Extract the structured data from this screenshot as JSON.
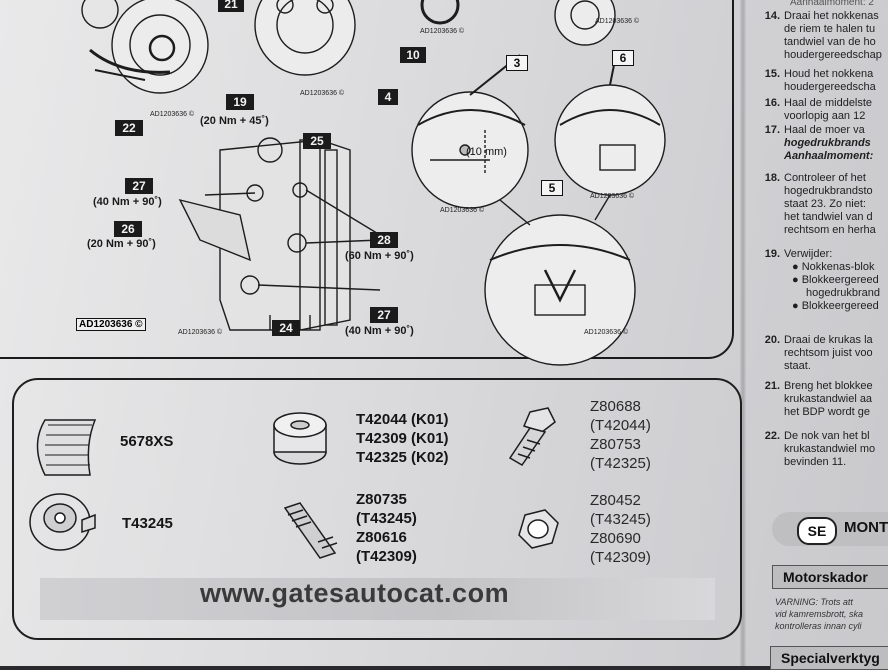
{
  "diagram": {
    "callouts": {
      "c21": "21",
      "c10": "10",
      "c3": "3",
      "c4": "4",
      "c6": "6",
      "c5": "5",
      "c19": "19",
      "c22": "22",
      "c25": "25",
      "c27a": "27",
      "c26": "26",
      "c28": "28",
      "c27b": "27",
      "c24": "24"
    },
    "torques": {
      "t19": "(20 Nm + 45˚)",
      "t27a": "(40 Nm + 90˚)",
      "t26": "(20 Nm + 90˚)",
      "t28": "(60 Nm + 90˚)",
      "t27b": "(40 Nm + 90˚)"
    },
    "measure": "(10 mm)",
    "ad_codes": {
      "a1": "AD1203636 ©",
      "a2": "AD1203636 ©",
      "a3": "AD1203636 ©",
      "a4": "AD1203636 ©",
      "a5": "AD1203636 ©",
      "a6": "AD1203636 ©",
      "a7": "AD1203636 ©",
      "a8": "AD1203636 ©"
    },
    "ad_box": "AD1203636 ©"
  },
  "parts": {
    "belt": "5678XS",
    "tensioner": "T43245",
    "idler": [
      "T42044 (K01)",
      "T42309 (K01)",
      "T42325 (K02)"
    ],
    "stud": [
      "Z80735",
      "(T43245)",
      "Z80616",
      "(T42309)"
    ],
    "bolt": [
      "Z80688",
      "(T42044)",
      "Z80753",
      "(T42325)"
    ],
    "nut": [
      "Z80452",
      "(T43245)",
      "Z80690",
      "(T42309)"
    ],
    "website": "www.gatesautocat.com"
  },
  "steps_panel": {
    "top": "Aanhaalmoment: 2",
    "items": [
      {
        "num": "14.",
        "lines": [
          "Draai het nokkenas",
          "de riem te halen tu",
          "tandwiel van de ho",
          "houdergereedschap"
        ]
      },
      {
        "num": "15.",
        "lines": [
          "Houd het nokkena",
          "houdergereedscha"
        ]
      },
      {
        "num": "16.",
        "lines": [
          "Haal de middelste",
          "voorlopig aan 12"
        ]
      },
      {
        "num": "17.",
        "lines": [
          "Haal de moer va",
          "hogedrukbrands",
          "Aanhaalmoment:"
        ]
      },
      {
        "num": "18.",
        "lines": [
          "Controleer of het",
          "hogedrukbrandsto",
          "staat 23. Zo niet:",
          "het tandwiel van d",
          "rechtsom en herha"
        ]
      },
      {
        "num": "19.",
        "lines": [
          "Verwijder:",
          "● Nokkenas-blok",
          "● Blokkeergereed",
          "hogedrukbrand",
          "● Blokkeergereed"
        ]
      },
      {
        "num": "20.",
        "lines": [
          "Draai de krukas la",
          "rechtsom juist voo",
          "staat."
        ]
      },
      {
        "num": "21.",
        "lines": [
          "Breng het blokkee",
          "krukastandwiel aa",
          "het BDP wordt ge"
        ]
      },
      {
        "num": "22.",
        "lines": [
          "De nok van het bl",
          "krukastandwiel mo",
          "bevinden 11."
        ]
      }
    ]
  },
  "se_section": {
    "badge": "SE",
    "title": "MONT",
    "motorskador": "Motorskador",
    "warning": [
      "VARNING: Trots att",
      "vid kamremsbrott, ska",
      "kontrolleras innan cyli"
    ],
    "specialverktyg": "Specialverktyg"
  }
}
